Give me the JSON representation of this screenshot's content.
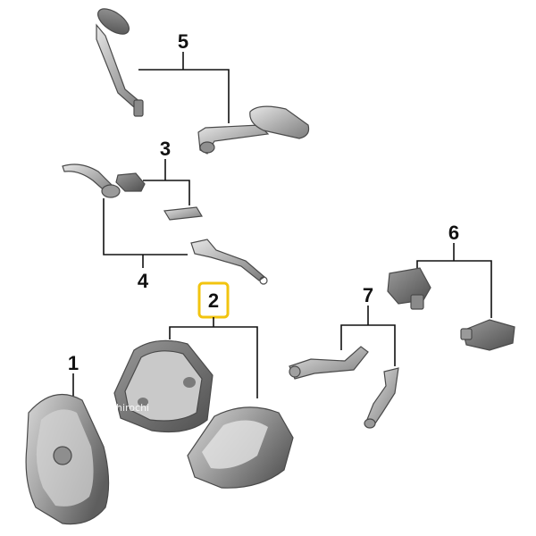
{
  "diagram": {
    "callouts": [
      {
        "id": "5",
        "label": "5"
      },
      {
        "id": "3",
        "label": "3"
      },
      {
        "id": "4",
        "label": "4"
      },
      {
        "id": "2",
        "label": "2",
        "highlighted": true
      },
      {
        "id": "6",
        "label": "6"
      },
      {
        "id": "7",
        "label": "7"
      },
      {
        "id": "1",
        "label": "1"
      }
    ],
    "highlight_color": "#f2c40f",
    "part_color": "#b9b9b9",
    "watermark": "hirochi"
  }
}
